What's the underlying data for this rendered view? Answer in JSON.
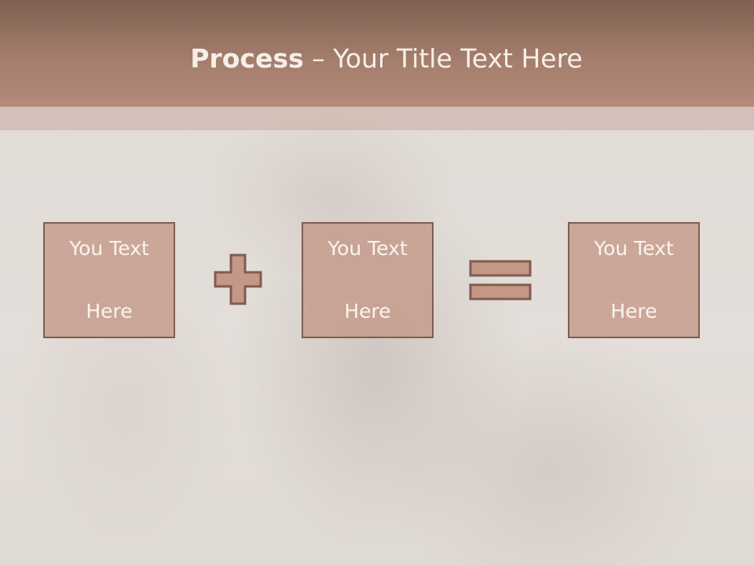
{
  "slide": {
    "title_bold": "Process",
    "title_rest": " – Your Title Text Here"
  },
  "boxes": [
    {
      "line1": "You Text",
      "line2": "Here"
    },
    {
      "line1": "You Text",
      "line2": "Here"
    },
    {
      "line1": "You Text",
      "line2": "Here"
    }
  ],
  "colors": {
    "header": "#a47d6c",
    "box_fill": "#c49786",
    "box_border": "#7f5d50",
    "text_light": "#fbf3ee"
  },
  "icons": [
    "plus-icon",
    "equals-icon"
  ]
}
